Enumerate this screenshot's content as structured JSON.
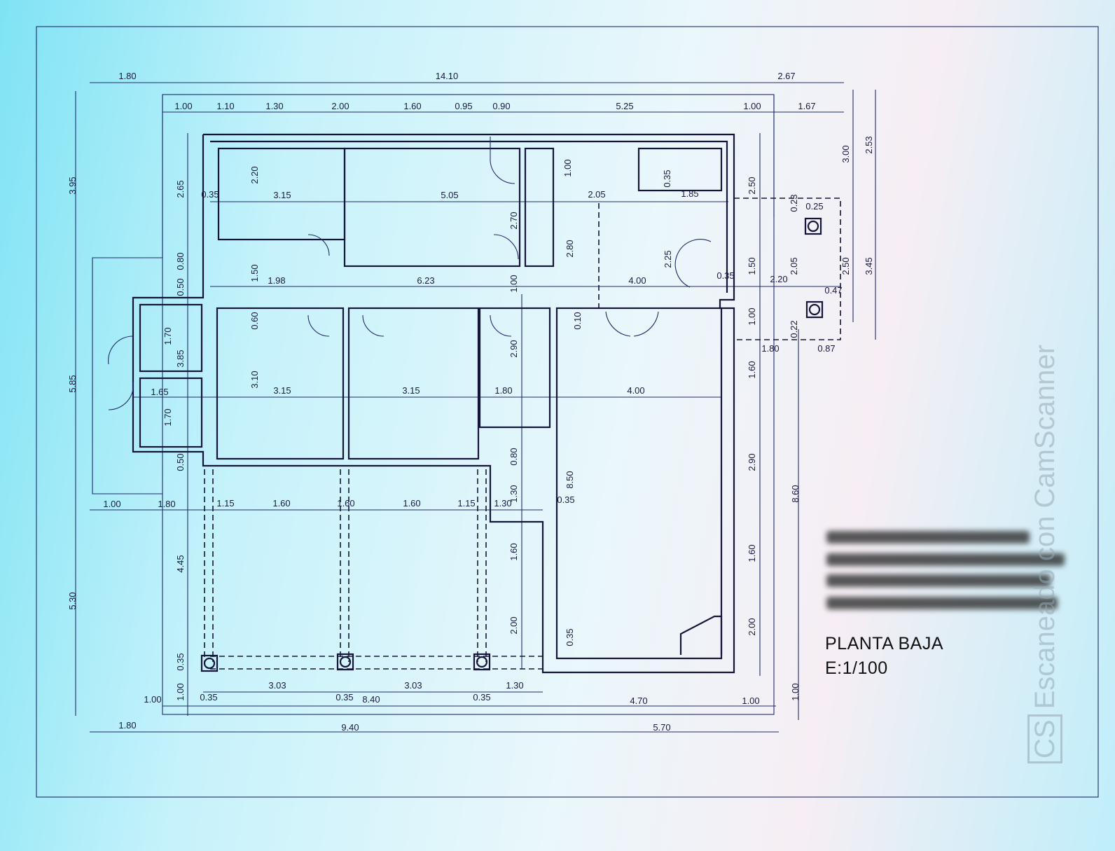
{
  "drawing": {
    "title": "PLANTA BAJA",
    "scale": "E:1/100",
    "watermark": "Escaneado con CamScanner",
    "watermark_logo": "CS"
  },
  "dimensions": [
    "1.80",
    "14.10",
    "2.67",
    "1.00",
    "1.10",
    "1.30",
    "2.00",
    "1.60",
    "0.95",
    "0.90",
    "5.25",
    "1.00",
    "1.67",
    "3.95",
    "5.85",
    "5.30",
    "2.65",
    "0.80",
    "0.50",
    "3.85",
    "0.50",
    "4.45",
    "1.00",
    "0.35",
    "2.20",
    "0.35",
    "3.15",
    "5.05",
    "2.70",
    "1.00",
    "2.05",
    "0.35",
    "1.85",
    "2.50",
    "3.00",
    "2.53",
    "0.23",
    "0.25",
    "1.50",
    "1.98",
    "6.23",
    "1.00",
    "2.80",
    "2.25",
    "4.00",
    "0.35",
    "2.20",
    "1.50",
    "2.05",
    "0.47",
    "2.50",
    "3.45",
    "0.60",
    "0.10",
    "1.00",
    "0.22",
    "1.80",
    "0.87",
    "1.70",
    "3.10",
    "2.90",
    "1.60",
    "1.65",
    "3.15",
    "3.15",
    "1.80",
    "4.00",
    "1.70",
    "0.80",
    "8.50",
    "2.90",
    "8.60",
    "1.30",
    "1.00",
    "1.80",
    "1.15",
    "1.60",
    "1.60",
    "1.60",
    "1.15",
    "1.30",
    "0.35",
    "1.60",
    "1.60",
    "2.00",
    "0.35",
    "2.00",
    "1.00",
    "3.03",
    "3.03",
    "1.30",
    "0.35",
    "0.35",
    "8.40",
    "0.35",
    "4.70",
    "1.00",
    "1.00",
    "1.80",
    "9.40",
    "5.70"
  ]
}
